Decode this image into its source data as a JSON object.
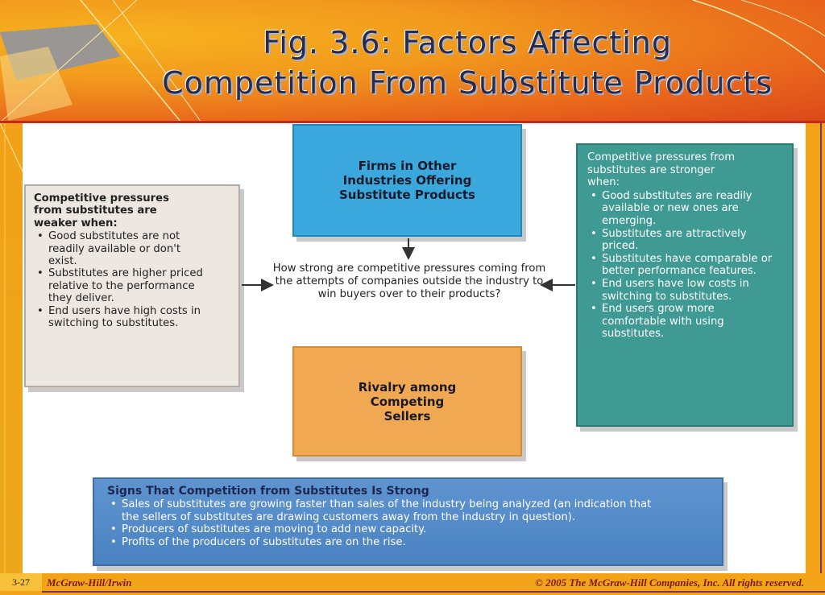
{
  "slide": {
    "title_line1": "Fig. 3.6: Factors Affecting",
    "title_line2": "Competition From Substitute Products",
    "slide_number": "3-27",
    "footer_left": "McGraw-Hill/Irwin",
    "footer_right": "© 2005 The McGraw-Hill Companies, Inc. All rights reserved."
  },
  "diagram": {
    "firms_box": "Firms in Other Industries Offering Substitute Products",
    "center_question": "How strong are competitive pressures coming from the attempts of companies outside the industry to win buyers over to their products?",
    "rivalry_box": "Rivalry among Competing Sellers",
    "weaker": {
      "heading": "Competitive pressures from substitutes are weaker when:",
      "items": [
        "Good substitutes are not readily available or don't exist.",
        "Substitutes are higher priced relative to the performance they deliver.",
        "End users have high costs in switching to substitutes."
      ]
    },
    "stronger": {
      "heading": "Competitive pressures from substitutes are stronger when:",
      "items": [
        "Good substitutes are readily available or new ones are emerging.",
        "Substitutes are attractively priced.",
        "Substitutes have comparable or better performance features.",
        "End users have low costs in switching to substitutes.",
        "End users grow more comfortable with using substitutes."
      ]
    },
    "signs": {
      "heading": "Signs That Competition from Substitutes Is Strong",
      "items": [
        "Sales of substitutes are growing faster than sales of the industry being analyzed (an indication that the sellers of substitutes are drawing customers away from the industry in question).",
        "Producers of substitutes are moving to add new capacity.",
        "Profits of the producers of substitutes are on the rise."
      ]
    }
  },
  "colors": {
    "firms_box": "#3aa8dc",
    "rivalry_box": "#f1a852",
    "weaker_box": "#ece7e1",
    "stronger_box": "#3f9a93",
    "signs_box": "#4a82c2",
    "header_rule": "#c8291b"
  }
}
